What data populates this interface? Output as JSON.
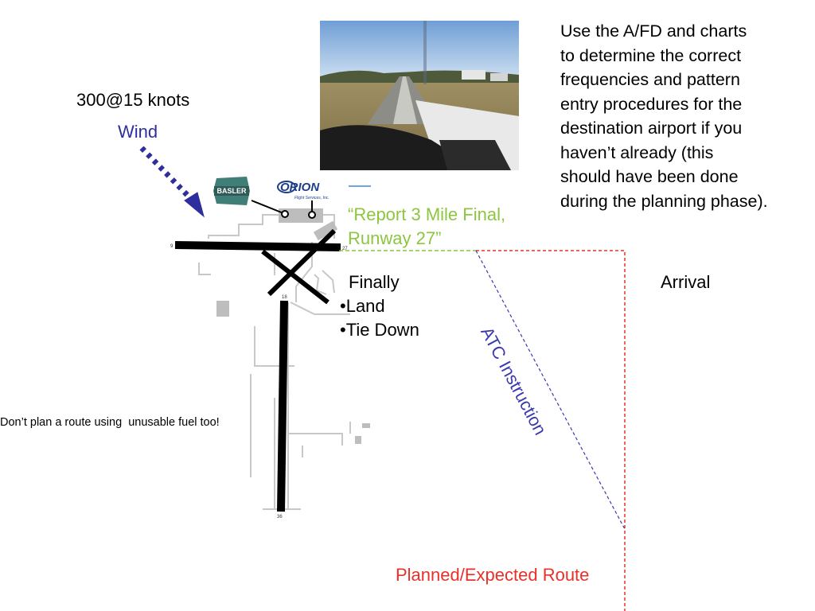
{
  "wind": {
    "speed_label": "300@15 knots",
    "label": "Wind",
    "color": "#2e2e9e"
  },
  "instructions": {
    "lines": [
      "Use the A/FD and charts",
      "to determine the correct",
      "frequencies and pattern",
      "entry procedures for the",
      "destination airport if you",
      "haven’t already (this",
      "should have been done",
      "during the planning phase)."
    ]
  },
  "atc_report": {
    "line1": "“Report 3 Mile Final,",
    "line2": "Runway 27”",
    "color": "#8cc63f"
  },
  "finally": {
    "title": "Finally",
    "items": [
      "•Land",
      "•Tie Down"
    ]
  },
  "arrival_label": "Arrival",
  "atc_instruction_label": "ATC Instruction",
  "planned_route_label": "Planned/Expected Route",
  "fuel_note": "Don’t plan a route using  unusable fuel too!",
  "logos": {
    "basler_text": "BASLER",
    "orion_text": "ORION",
    "orion_sub": "Flight Services, Inc."
  },
  "runway_numbers": {
    "r9": "9",
    "r27": "27",
    "r18": "18",
    "r36": "36"
  },
  "colors": {
    "planned_route": "#e8312a",
    "atc_line": "#3a3ab0",
    "runway": "#000000",
    "taxiway": "#c8c8c8"
  }
}
